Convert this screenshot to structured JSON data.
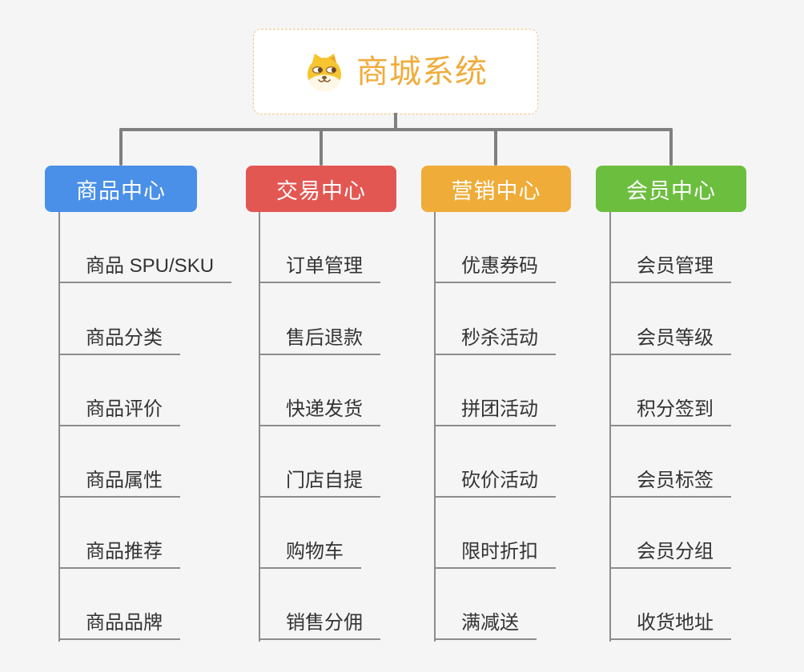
{
  "page": {
    "background": "#F5F5F5"
  },
  "root": {
    "title": "商城系统",
    "icon": "dog-face-icon",
    "text_color": "#F0AC3C",
    "border_color": "#F2C57F",
    "background": "#FFFFFF"
  },
  "connectors": {
    "main_color": "#7F7F7F",
    "sub_color": "#8C8C8C"
  },
  "branches": [
    {
      "label": "商品中心",
      "color": "#4A90E8",
      "items": [
        "商品 SPU/SKU",
        "商品分类",
        "商品评价",
        "商品属性",
        "商品推荐",
        "商品品牌"
      ]
    },
    {
      "label": "交易中心",
      "color": "#E35753",
      "items": [
        "订单管理",
        "售后退款",
        "快递发货",
        "门店自提",
        "购物车",
        "销售分佣"
      ]
    },
    {
      "label": "营销中心",
      "color": "#EFAC38",
      "items": [
        "优惠券码",
        "秒杀活动",
        "拼团活动",
        "砍价活动",
        "限时折扣",
        "满减送"
      ]
    },
    {
      "label": "会员中心",
      "color": "#6CBE3F",
      "items": [
        "会员管理",
        "会员等级",
        "积分签到",
        "会员标签",
        "会员分组",
        "收货地址"
      ]
    }
  ]
}
